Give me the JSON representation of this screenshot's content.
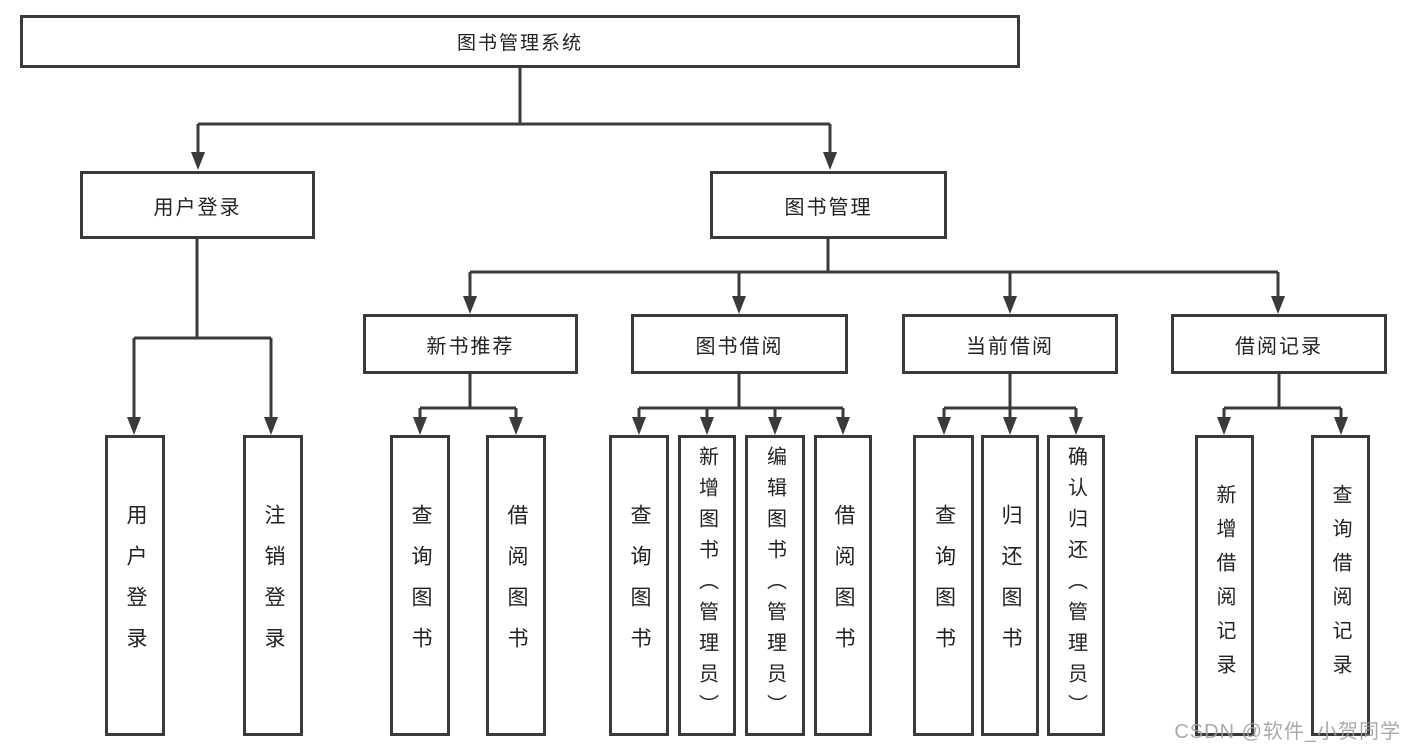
{
  "diagram_type": "hierarchy-tree",
  "tree": {
    "label": "图书管理系统",
    "children": [
      {
        "label": "用户登录",
        "children": [
          {
            "label": "用户登录"
          },
          {
            "label": "注销登录"
          }
        ]
      },
      {
        "label": "图书管理",
        "children": [
          {
            "label": "新书推荐",
            "children": [
              {
                "label": "查询图书"
              },
              {
                "label": "借阅图书"
              }
            ]
          },
          {
            "label": "图书借阅",
            "children": [
              {
                "label": "查询图书"
              },
              {
                "label": "新增图书（管理员）"
              },
              {
                "label": "编辑图书（管理员）"
              },
              {
                "label": "借阅图书"
              }
            ]
          },
          {
            "label": "当前借阅",
            "children": [
              {
                "label": "查询图书"
              },
              {
                "label": "归还图书"
              },
              {
                "label": "确认归还（管理员）"
              }
            ]
          },
          {
            "label": "借阅记录",
            "children": [
              {
                "label": "新增借阅记录"
              },
              {
                "label": "查询借阅记录"
              }
            ]
          }
        ]
      }
    ]
  },
  "watermark": {
    "text": "CSDN @软件_小贺同学"
  },
  "colors": {
    "line": "#3a3a3a",
    "box_border": "#3a3a3a",
    "box_background": "#ffffff",
    "text": "#222222",
    "watermark": "#9f9f9f",
    "page_background": "#ffffff"
  }
}
